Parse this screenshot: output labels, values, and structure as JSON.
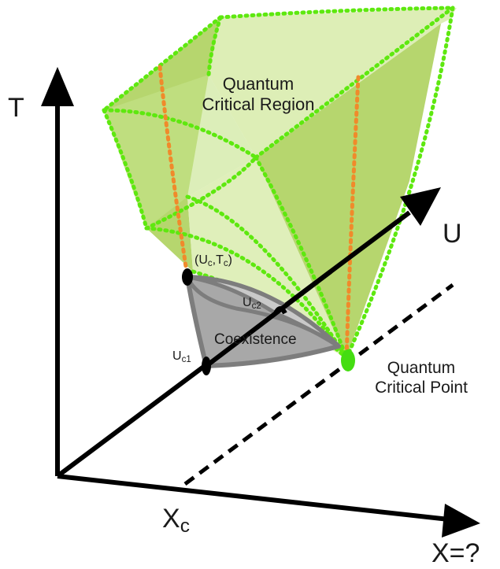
{
  "axes": {
    "t": "T",
    "u": "U",
    "x": "X=?",
    "xc_main": "X",
    "xc_sub": "c"
  },
  "labels": {
    "region_line1": "Quantum",
    "region_line2": "Critical Region",
    "qcp_line1": "Quantum",
    "qcp_line2": "Critical Point",
    "coexistence": "Coexistence",
    "uc1_main": "U",
    "uc1_sub": "c1",
    "uc2_main": "U",
    "uc2_sub": "c2",
    "crit_open": "(U",
    "crit_sub1": "c",
    "crit_mid": ",T",
    "crit_sub2": "c",
    "crit_close": ")"
  },
  "colors": {
    "axis": "#000000",
    "region_fill_light": "#d9ecae",
    "region_fill_dark": "#a9cf55",
    "region_edge": "#5ee80f",
    "orange_line": "#f08a2b",
    "coexistence_fill": "#a8a8a8",
    "coexistence_light": "#c9c9c9",
    "coexistence_edge": "#7d7d7d",
    "qcp_dot": "#44dd11"
  }
}
